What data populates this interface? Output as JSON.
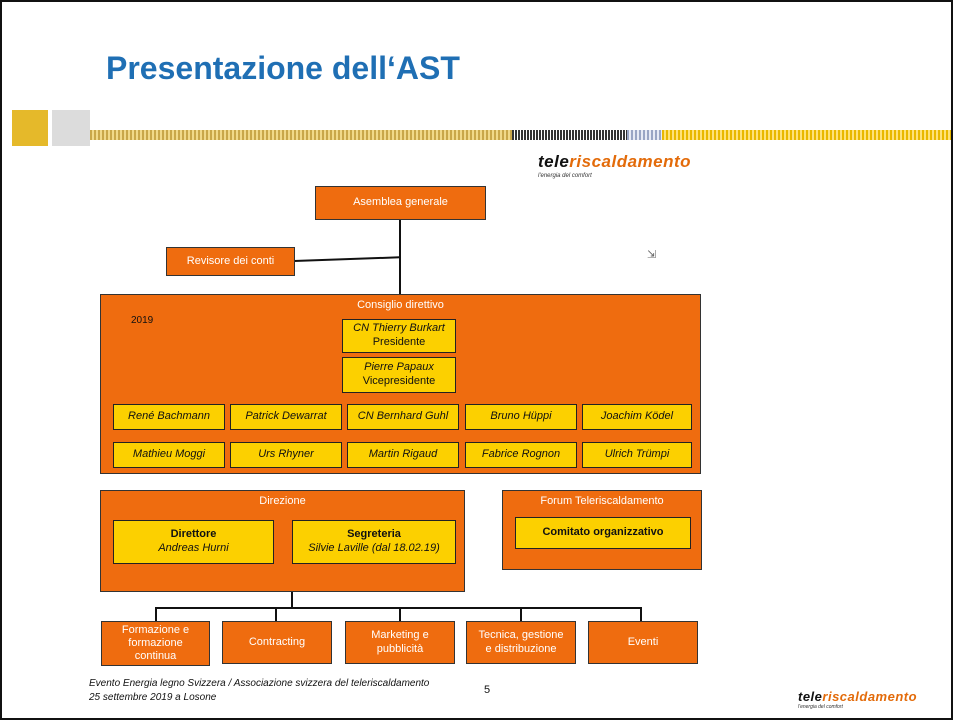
{
  "title": "Presentazione dell‘AST",
  "logo": {
    "part1": "tele",
    "part2": "riscaldamento",
    "tagline": "l'energia del comfort"
  },
  "org": {
    "assembly": "Asemblea generale",
    "auditor": "Revisore dei conti",
    "board": {
      "title": "Consiglio direttivo",
      "year": "2019",
      "president": {
        "name": "CN Thierry Burkart",
        "role": "Presidente"
      },
      "vice": {
        "name": "Pierre Papaux",
        "role": "Vicepresidente"
      },
      "members_row1": [
        "René Bachmann",
        "Patrick Dewarrat",
        "CN Bernhard Guhl",
        "Bruno Hüppi",
        "Joachim Ködel"
      ],
      "members_row2": [
        "Mathieu Moggi",
        "Urs Rhyner",
        "Martin Rigaud",
        "Fabrice Rognon",
        "Ulrich Trümpi"
      ]
    },
    "direction": {
      "title": "Direzione",
      "director": {
        "role": "Direttore",
        "name": "Andreas Hurni"
      },
      "secretariat": {
        "role": "Segreteria",
        "name": "Silvie Laville (dal 18.02.19)"
      }
    },
    "forum": {
      "title": "Forum Teleriscaldamento",
      "committee": "Comitato organizzativo"
    },
    "departments": [
      {
        "label_lines": [
          "Formazione e",
          "formazione",
          "continua"
        ]
      },
      {
        "label_lines": [
          "Contracting"
        ]
      },
      {
        "label_lines": [
          "Marketing e",
          "pubblicità"
        ]
      },
      {
        "label_lines": [
          "Tecnica, gestione",
          "e distribuzione"
        ]
      },
      {
        "label_lines": [
          "Eventi"
        ]
      }
    ]
  },
  "footer": {
    "line1": "Evento Energia legno Svizzera / Associazione svizzera del teleriscaldamento",
    "line2": "25 settembre 2019 a Losone",
    "page": "5"
  },
  "colors": {
    "orange": "#ef6c0f",
    "yellow": "#fcd000",
    "title_blue": "#1f6fb4"
  }
}
